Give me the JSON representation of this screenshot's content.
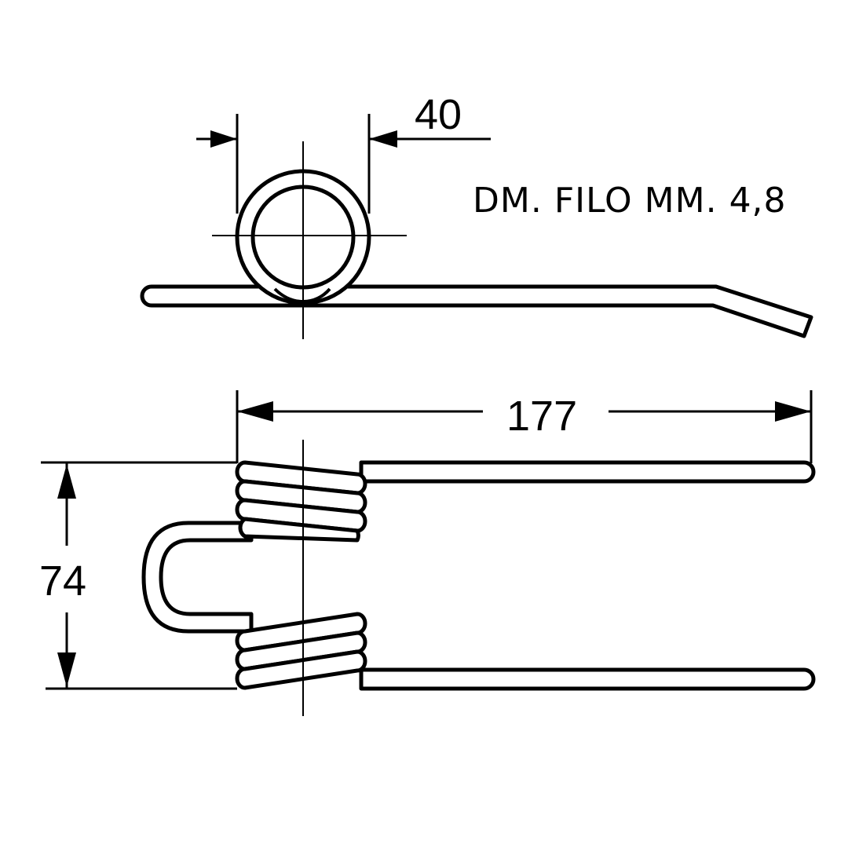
{
  "dimensions": {
    "coil_diameter": "40",
    "overall_length": "177",
    "overall_height": "74"
  },
  "note": "DM. FILO MM. 4,8",
  "colors": {
    "line": "#000000",
    "background": "#ffffff"
  }
}
